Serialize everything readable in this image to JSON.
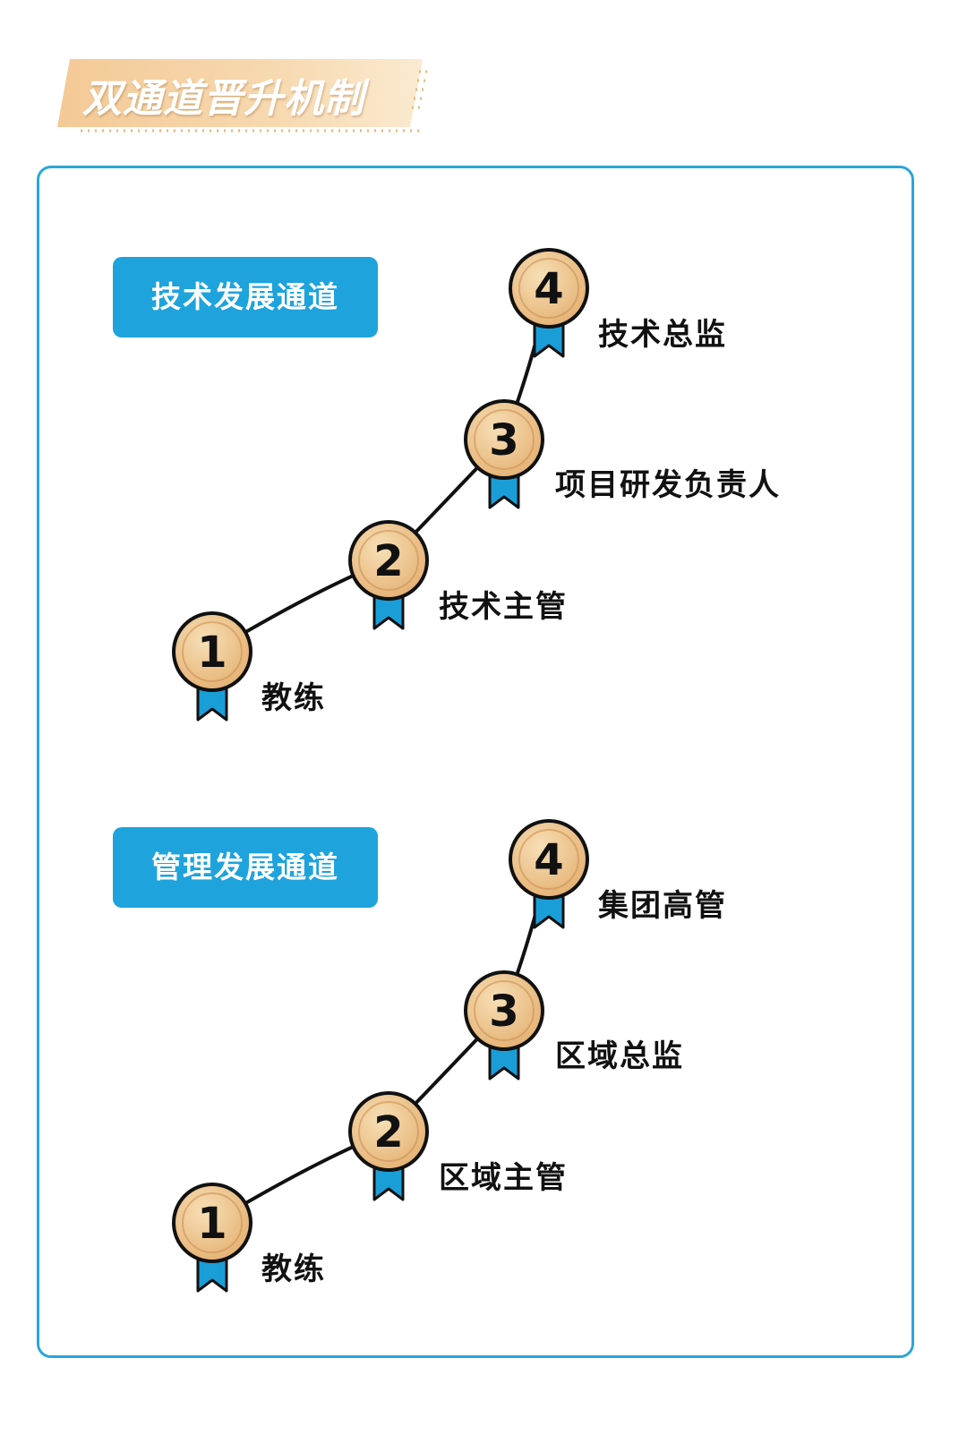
{
  "title": "双通道晋升机制",
  "colors": {
    "accent_blue": "#1ea3dc",
    "frame_blue": "#2aa6d9",
    "gold_light": "#f7dfb6",
    "gold_dark": "#e3ad6d",
    "ribbon": "#1a9ed8"
  },
  "channels": [
    {
      "label": "技术发展通道",
      "levels": [
        {
          "num": "1",
          "title": "教练"
        },
        {
          "num": "2",
          "title": "技术主管"
        },
        {
          "num": "3",
          "title": "项目研发负责人"
        },
        {
          "num": "4",
          "title": "技术总监"
        }
      ]
    },
    {
      "label": "管理发展通道",
      "levels": [
        {
          "num": "1",
          "title": "教练"
        },
        {
          "num": "2",
          "title": "区域主管"
        },
        {
          "num": "3",
          "title": "区域总监"
        },
        {
          "num": "4",
          "title": "集团高管"
        }
      ]
    }
  ]
}
